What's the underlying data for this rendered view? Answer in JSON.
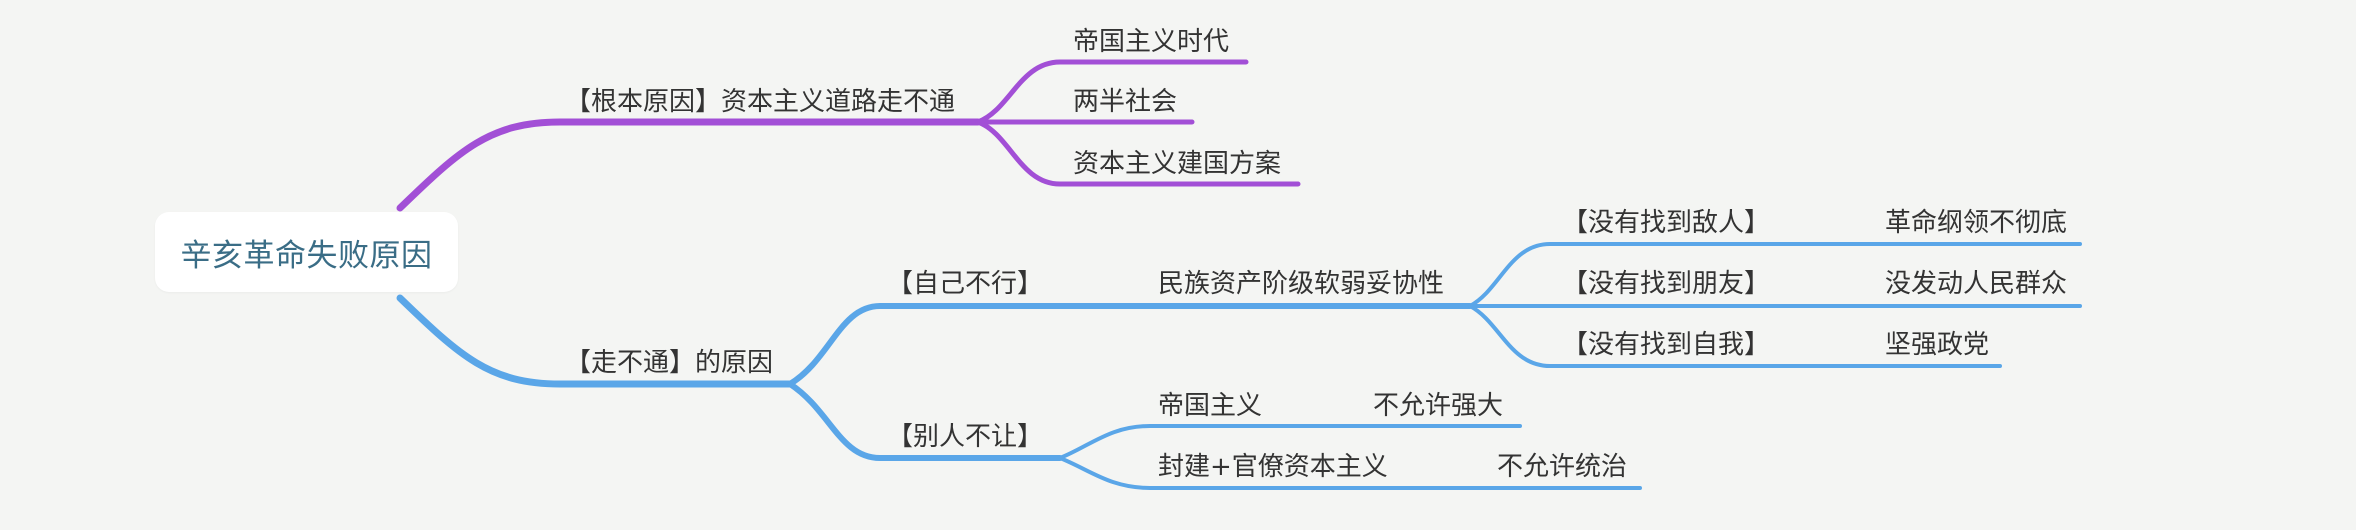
{
  "root": {
    "title": "辛亥革命失败原因"
  },
  "colors": {
    "purple_branch": "#a24fd6",
    "blue_branch": "#5aa6e8",
    "root_text": "#3a6d86",
    "background": "#f4f5f3"
  },
  "branches": {
    "fundamental": {
      "label": "【根本原因】资本主义道路走不通",
      "children": [
        "帝国主义时代",
        "两半社会",
        "资本主义建国方案"
      ]
    },
    "why_failed": {
      "label": "【走不通】的原因",
      "self": {
        "label": "【自己不行】",
        "reason": "民族资产阶级软弱妥协性",
        "items": [
          {
            "label": "【没有找到敌人】",
            "detail": "革命纲领不彻底"
          },
          {
            "label": "【没有找到朋友】",
            "detail": "没发动人民群众"
          },
          {
            "label": "【没有找到自我】",
            "detail": "坚强政党"
          }
        ]
      },
      "others": {
        "label": "【别人不让】",
        "items": [
          {
            "label": "帝国主义",
            "detail": "不允许强大"
          },
          {
            "label": "封建+官僚资本主义",
            "detail": "不允许统治"
          }
        ]
      }
    }
  }
}
